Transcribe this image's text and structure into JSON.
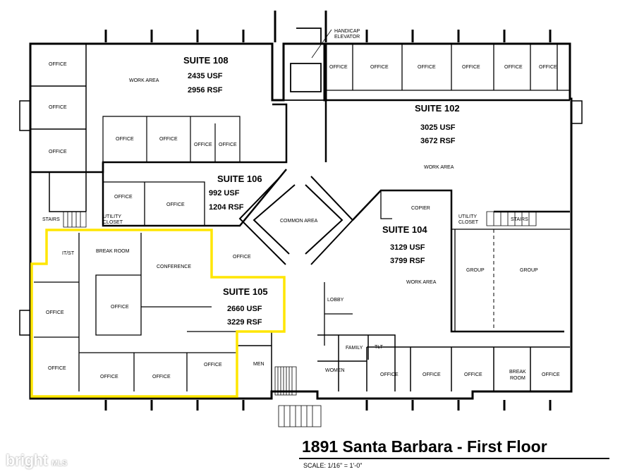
{
  "floorplan": {
    "title": "1891 Santa Barbara - First Floor",
    "scale": "SCALE: 1/16\" = 1'-0\"",
    "highlight_color": "#ffe600",
    "watermark": {
      "brand": "bright",
      "suffix": "MLS"
    },
    "suites": {
      "s108": {
        "name": "SUITE 108",
        "usf": "2435 USF",
        "rsf": "2956 RSF"
      },
      "s102": {
        "name": "SUITE 102",
        "usf": "3025 USF",
        "rsf": "3672 RSF"
      },
      "s106": {
        "name": "SUITE 106",
        "usf": "992 USF",
        "rsf": "1204 RSF"
      },
      "s104": {
        "name": "SUITE 104",
        "usf": "3129 USF",
        "rsf": "3799 RSF"
      },
      "s105": {
        "name": "SUITE 105",
        "usf": "2660 USF",
        "rsf": "3229 RSF"
      }
    },
    "labels": {
      "office": "OFFICE",
      "work_area": "WORK AREA",
      "handicap": "HANDICAP",
      "elevator": "ELEVATOR",
      "common_area": "COMMON AREA",
      "stairs": "STAIRS",
      "utility": "UTILITY",
      "closet": "CLOSET",
      "it_st": "IT/ST",
      "break_room": "BREAK ROOM",
      "break": "BREAK",
      "room": "ROOM",
      "conference": "CONFERENCE",
      "copier": "COPIER",
      "group": "GROUP",
      "lobby": "LOBBY",
      "family": "FAMILY",
      "tlt": "TLT",
      "men": "MEN",
      "women": "WOMEN"
    }
  }
}
